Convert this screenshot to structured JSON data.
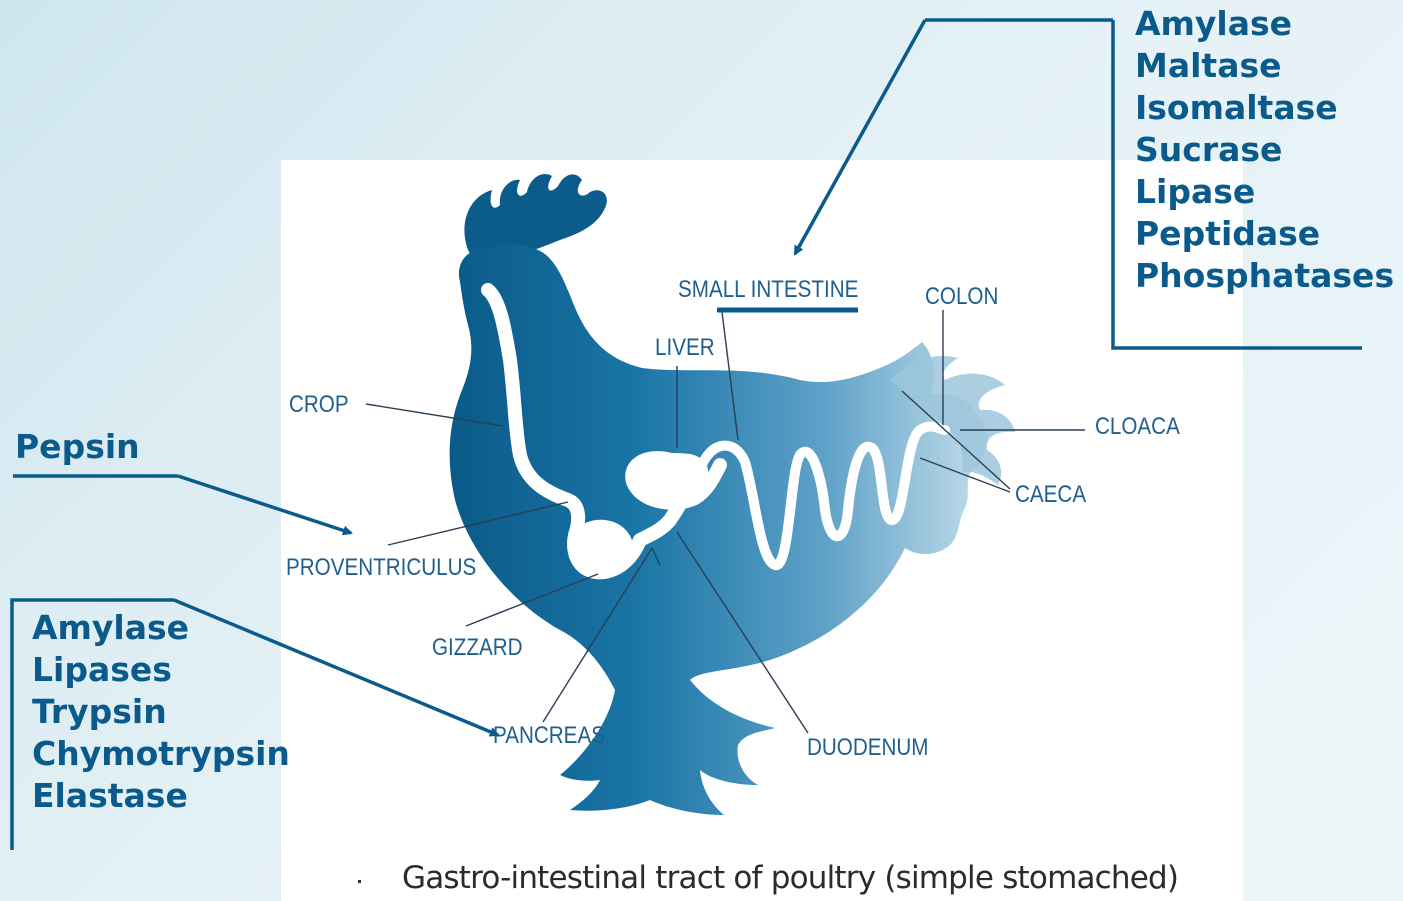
{
  "enzymes": {
    "small_intestine": [
      "Amylase",
      "Maltase",
      "Isomaltase",
      "Sucrase",
      "Lipase",
      "Peptidase",
      "Phosphatases"
    ],
    "proventriculus": "Pepsin",
    "pancreas": [
      "Amylase",
      "Lipases",
      "Trypsin",
      "Chymotrypsin",
      "Elastase"
    ]
  },
  "organs": {
    "crop": "CROP",
    "proventriculus": "PROVENTRICULUS",
    "gizzard": "GIZZARD",
    "pancreas": "PANCREAS",
    "duodenum": "DUODENUM",
    "liver": "LIVER",
    "small_intestine": "SMALL INTESTINE",
    "colon": "COLON",
    "cloaca": "CLOACA",
    "caeca": "CAECA"
  },
  "caption": "Gastro-intestinal tract of poultry (simple stomached)",
  "colors": {
    "accent": "#0a5b8c",
    "bird_dark": "#0b5c8a",
    "bird_light": "#a8cde0",
    "label": "#1f5f8e",
    "background": "#e4f1f6"
  }
}
